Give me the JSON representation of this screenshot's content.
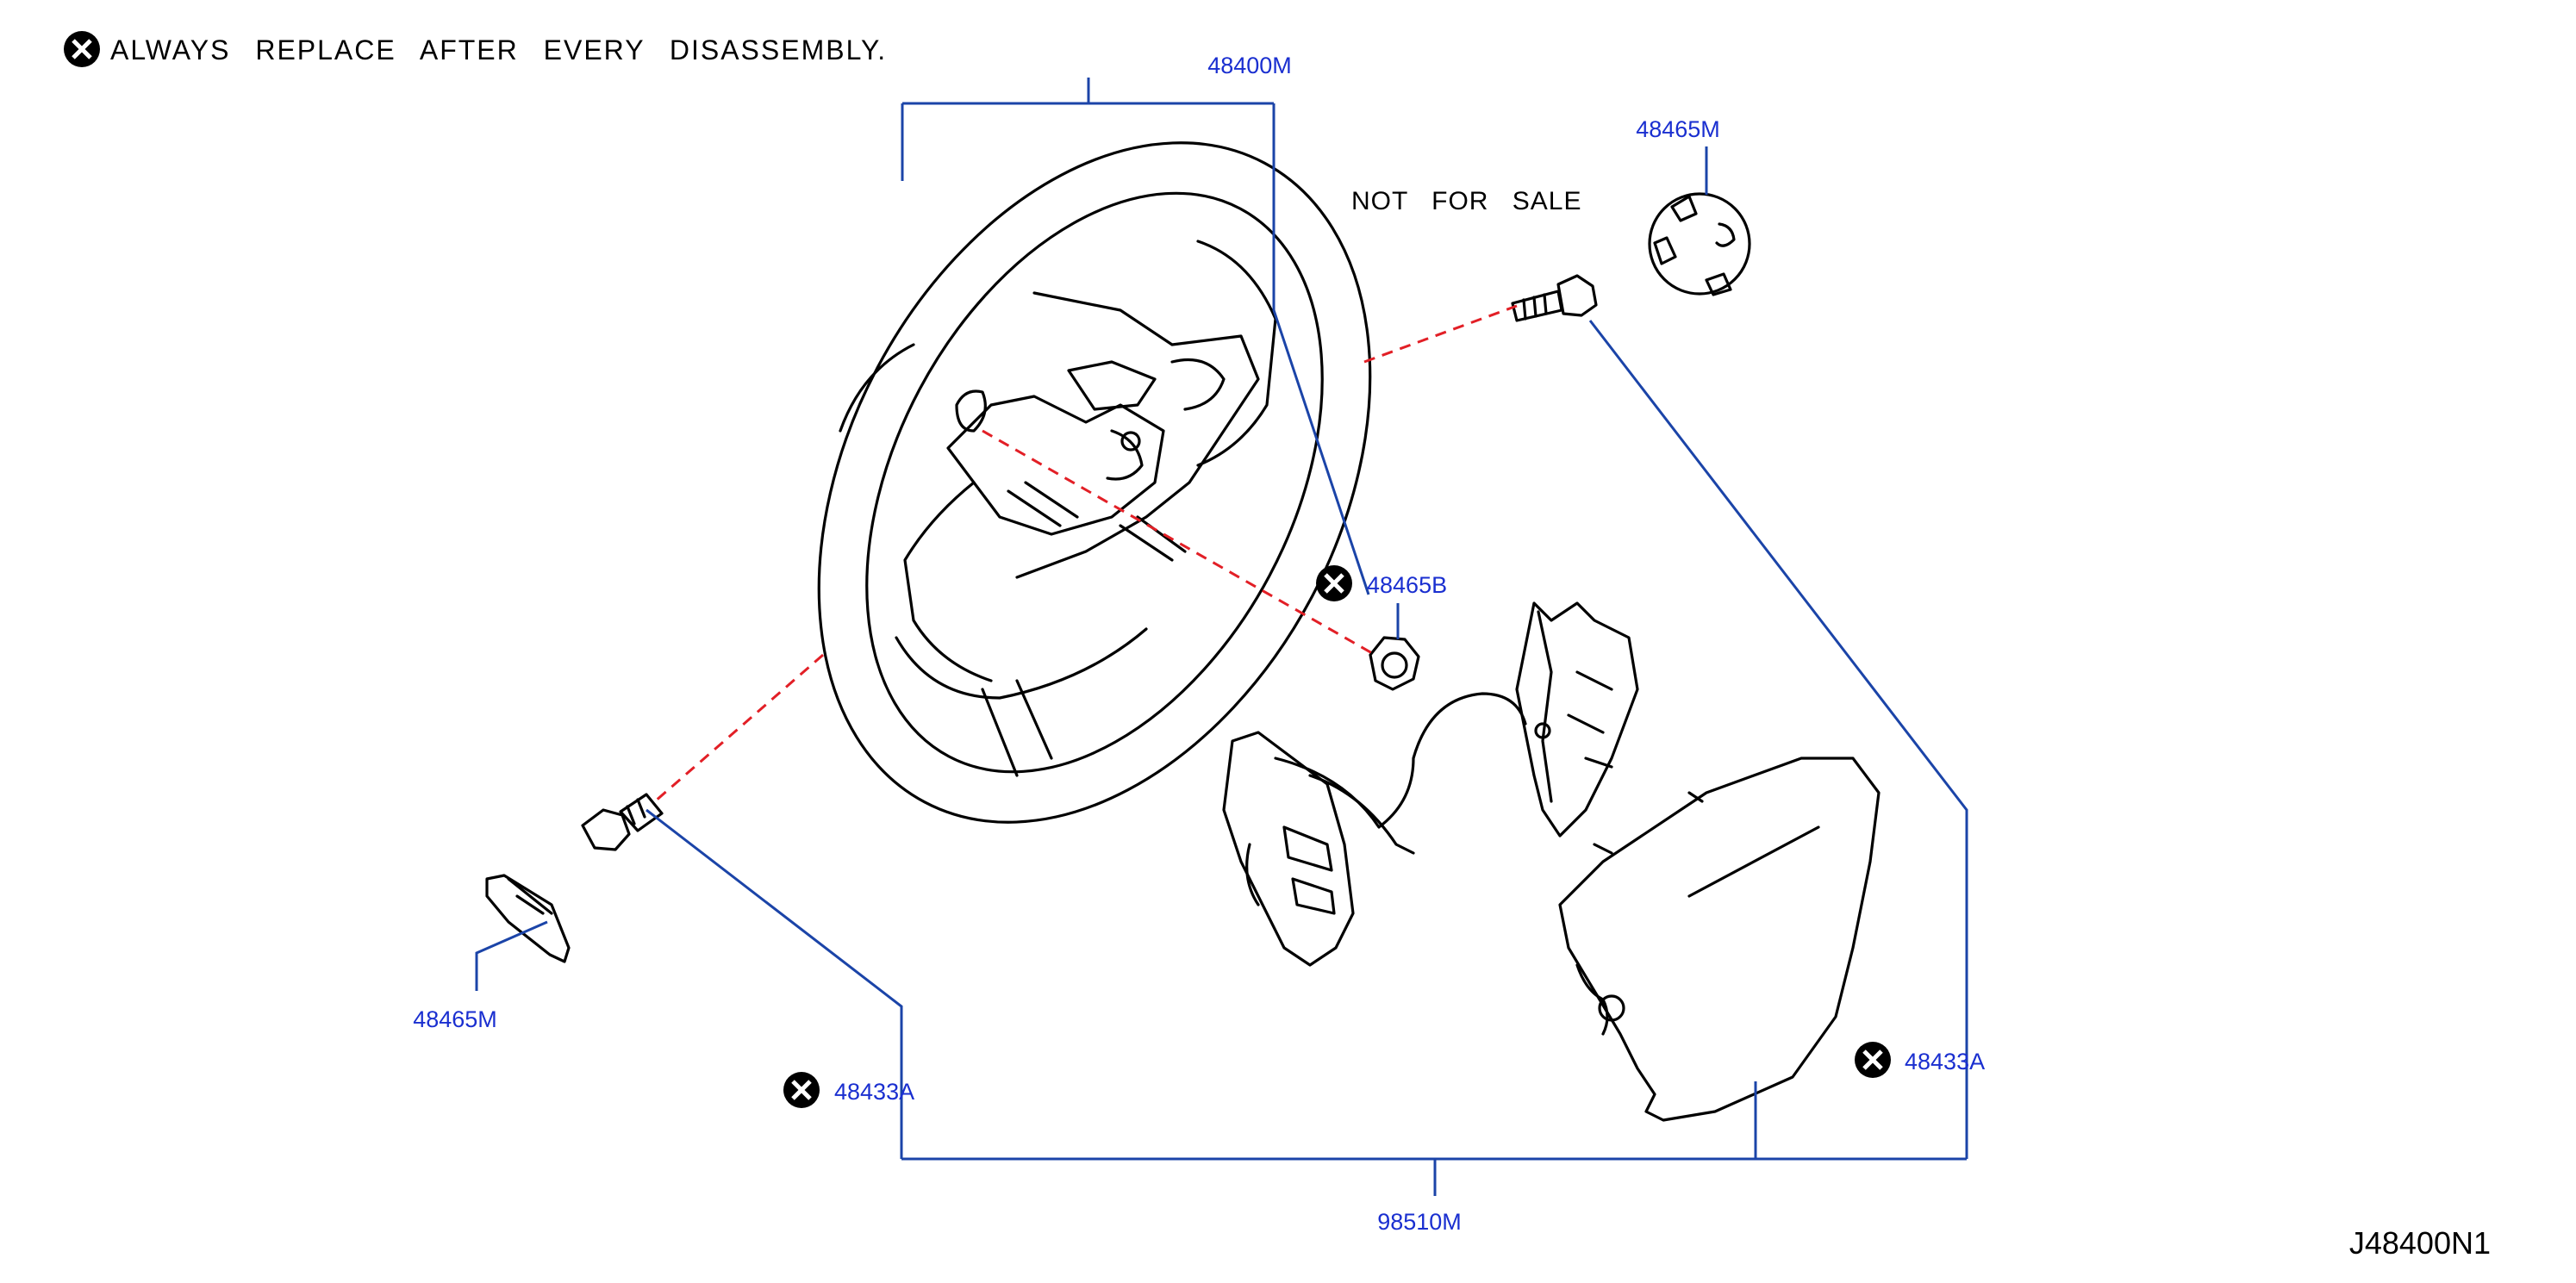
{
  "note": {
    "text": "ALWAYS REPLACE AFTER EVERY DISASSEMBLY."
  },
  "not_for_sale": "NOT FOR SALE",
  "diagram_code": "J48400N1",
  "parts": {
    "steering_wheel": "48400M",
    "cover_upper": "48465M",
    "cover_lower": "48465M",
    "nut": "48465B",
    "bolt_left": "48433A",
    "bolt_right": "48433A",
    "airbag_module": "98510M"
  },
  "colors": {
    "leader": "#1b44a8",
    "label": "#1a2fd0",
    "dashed": "#e21f26"
  }
}
